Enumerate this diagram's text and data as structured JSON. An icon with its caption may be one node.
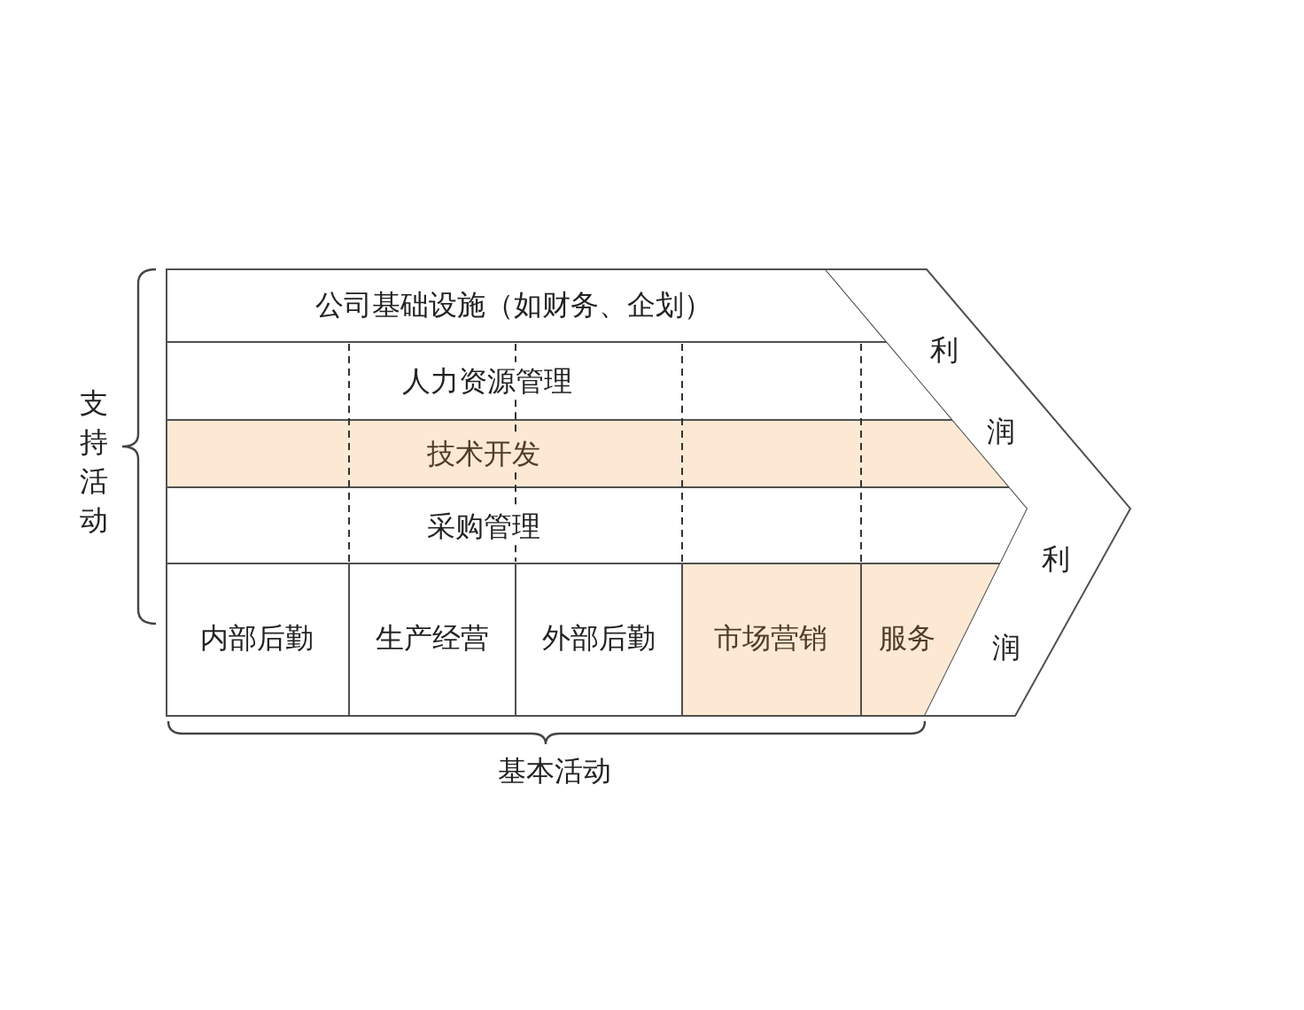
{
  "diagram": {
    "nodes": [
      {
        "text": [
          "公司基础设施（如财务、企划）"
        ]
      },
      {
        "text": [
          "人力资源管理"
        ]
      },
      {
        "text": [
          "技术开发"
        ]
      },
      {
        "text": [
          "采购管理"
        ]
      },
      {
        "text": [
          "内部后勤"
        ]
      },
      {
        "text": [
          "生产经营"
        ]
      },
      {
        "text": [
          "外部后勤"
        ]
      },
      {
        "text": [
          "市场营销"
        ]
      },
      {
        "text": [
          "服务"
        ]
      },
      {
        "text": [
          "利润",
          "利润"
        ]
      }
    ],
    "labels": [
      "支持活动",
      "基本活动"
    ]
  }
}
